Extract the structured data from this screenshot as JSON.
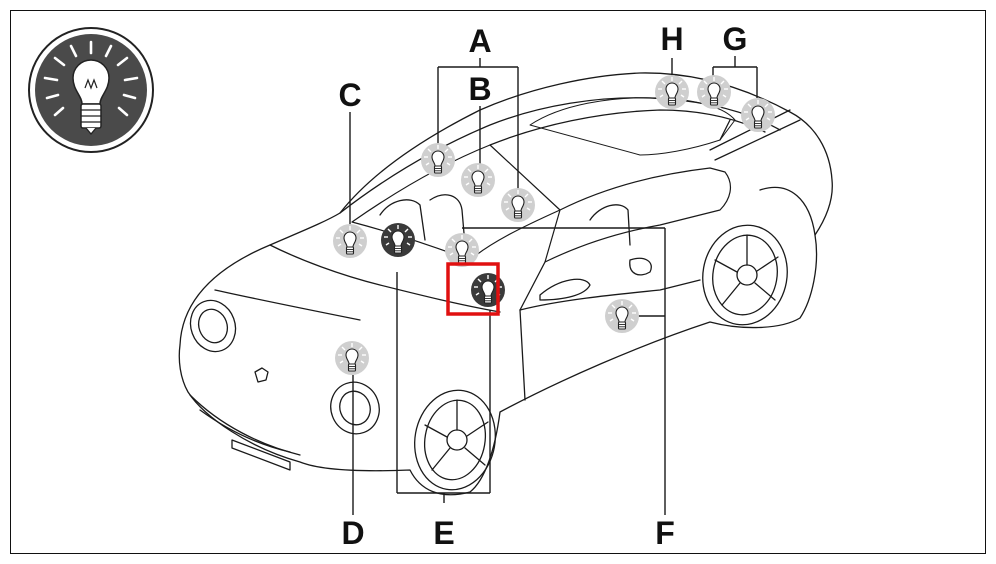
{
  "labels": {
    "a": "A",
    "b": "B",
    "c": "C",
    "d": "D",
    "e": "E",
    "f": "F",
    "g": "G",
    "h": "H"
  },
  "colors": {
    "line": "#1a1a1a",
    "bulb_light": "#c9c9c9",
    "bulb_dark": "#3a3a3a",
    "highlight": "#e01010",
    "badge_bg": "#4a4a4a"
  },
  "icons": {
    "badge": "light-bulb-icon",
    "bulb": "bulb-icon"
  }
}
